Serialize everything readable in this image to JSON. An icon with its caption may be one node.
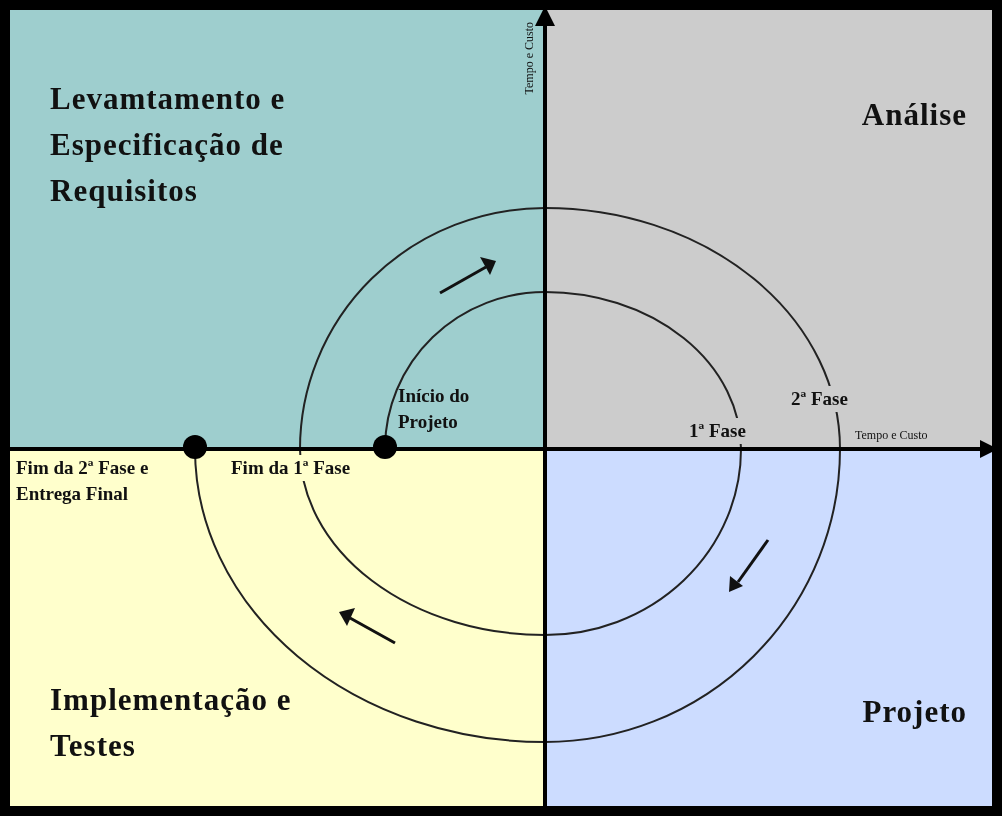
{
  "diagram": {
    "nodes": [
      {
        "text": [
          "Levamtamento e Especificação de Requisitos"
        ]
      },
      {
        "text": [
          "Análise"
        ]
      },
      {
        "text": [
          "Implementação e Testes"
        ]
      },
      {
        "text": [
          "Projeto"
        ]
      }
    ],
    "labels": [
      "Tempo e Custo",
      "Início do Projeto",
      "2ª Fase",
      "1ª Fase",
      "Tempo e Custo",
      "Fim da 2ª Fase e Entrega Final",
      "Fim da 1ª Fase"
    ]
  }
}
